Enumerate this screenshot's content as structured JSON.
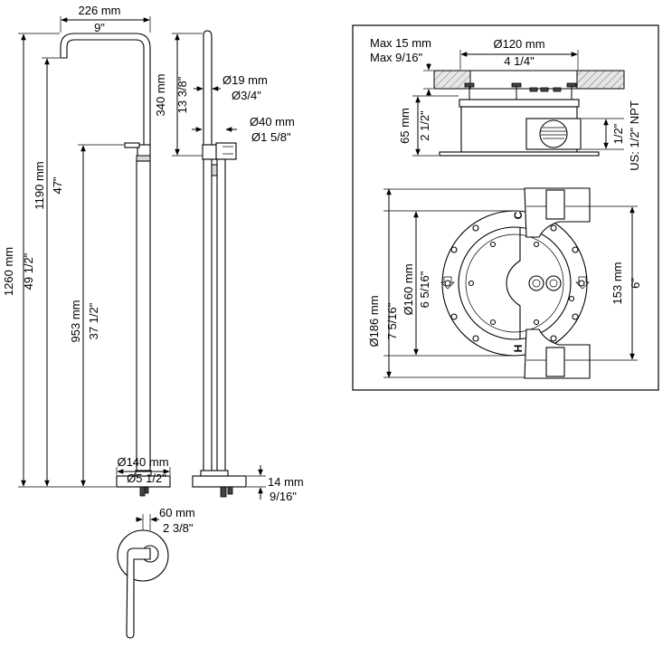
{
  "dimensions": {
    "spout_reach": {
      "mm": "226 mm",
      "in": "9\""
    },
    "total_height": {
      "mm": "1260 mm",
      "in": "49 1/2\""
    },
    "spout_height": {
      "mm": "1190 mm",
      "in": "47\""
    },
    "handle_height": {
      "mm": "953 mm",
      "in": "37 1/2\""
    },
    "spout_drop": {
      "mm": "340 mm",
      "in": "13 3/8\""
    },
    "tube_diameter": {
      "mm": "Ø19 mm",
      "in": "Ø3/4\""
    },
    "body_diameter": {
      "mm": "Ø40 mm",
      "in": "Ø1 5/8\""
    },
    "base_diameter": {
      "mm": "Ø140 mm",
      "in": "Ø5 1/2\""
    },
    "base_thickness": {
      "mm": "14 mm",
      "in": "9/16\""
    },
    "handle_reach": {
      "mm": "60 mm",
      "in": "2 3/8\""
    }
  },
  "installation": {
    "max_floor": {
      "mm": "Max 15 mm",
      "in": "Max 9/16\""
    },
    "housing_diameter": {
      "mm": "Ø120 mm",
      "in": "4 1/4\""
    },
    "housing_height": {
      "mm": "65 mm",
      "in": "2 1/2\""
    },
    "connection": {
      "a": "1/2\"",
      "b": "US: 1/2\" NPT"
    },
    "flange_outer": {
      "mm": "Ø186 mm",
      "in": "7 5/16\""
    },
    "flange_inner": {
      "mm": "Ø160 mm",
      "in": "6 5/16\""
    },
    "inlet_spacing": {
      "mm": "153 mm",
      "in": "6\""
    },
    "cold_mark": "C",
    "hot_mark": "H"
  }
}
